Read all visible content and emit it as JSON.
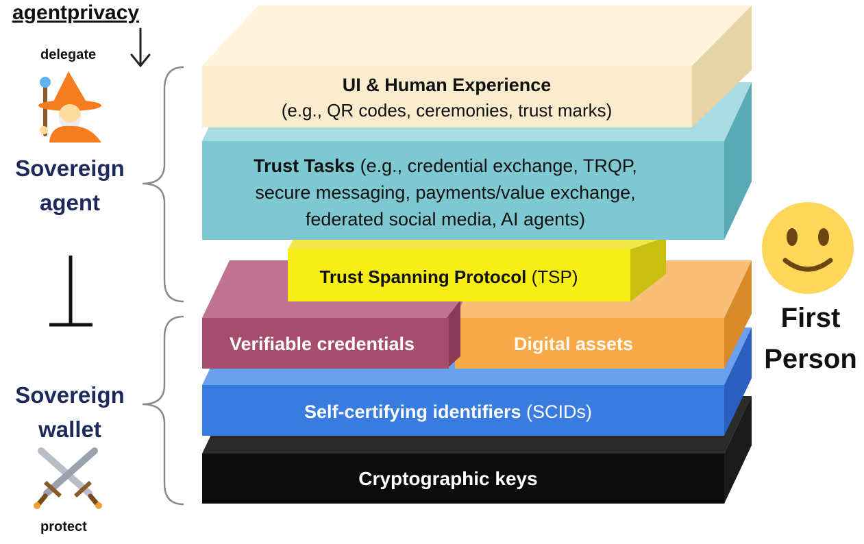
{
  "brand": "agentprivacy",
  "labels": {
    "delegate": "delegate",
    "protect": "protect",
    "sovereign_agent": [
      "Sovereign",
      "agent"
    ],
    "sovereign_wallet": [
      "Sovereign",
      "wallet"
    ],
    "first_person": [
      "First",
      "Person"
    ]
  },
  "icons": {
    "wizard": "mage-icon",
    "swords": "crossed-swords-icon",
    "smiley": "smiley-face-icon",
    "arrow": "down-arrow-icon",
    "perpendicular": "perpendicular-icon"
  },
  "layers": {
    "ui": {
      "title": "UI & Human Experience",
      "subtitle": "(e.g., QR codes, ceremonies, trust marks)"
    },
    "trust_tasks": {
      "bold": "Trust Tasks",
      "line1_rest": " (e.g., credential exchange, TRQP,",
      "line2": "secure messaging, payments/value exchange,",
      "line3": "federated social media, AI agents)"
    },
    "tsp": {
      "bold": "Trust Spanning Protocol",
      "rest": " (TSP)"
    },
    "vc": {
      "label": "Verifiable credentials"
    },
    "assets": {
      "label": "Digital assets"
    },
    "scid": {
      "bold": "Self-certifying identifiers",
      "rest": " (SCIDs)"
    },
    "keys": {
      "label": "Cryptographic keys"
    }
  },
  "colors": {
    "ui": "#fbeccd",
    "trust_tasks": "#7ec8d2",
    "tsp": "#f7ee16",
    "vc": "#a64d6e",
    "assets": "#f7a947",
    "scid": "#3a7be0",
    "keys": "#111111",
    "navy_text": "#1f2a5c",
    "smiley": "#fcd75a"
  }
}
